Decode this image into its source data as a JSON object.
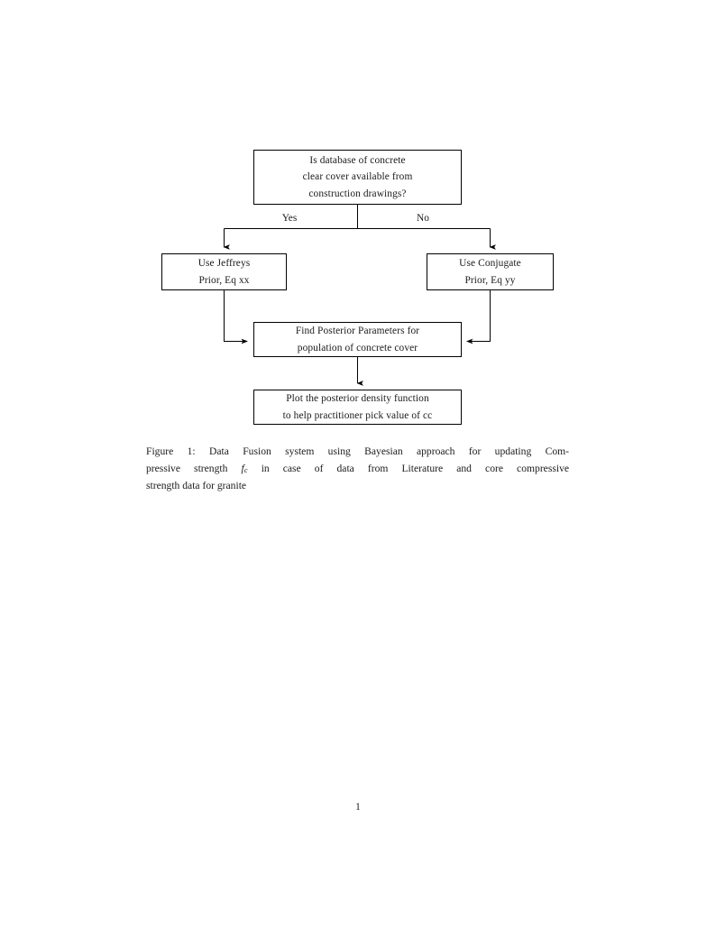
{
  "document": {
    "page_number": "1"
  },
  "figure": {
    "nodes": {
      "decision": {
        "name": "decision-database-available",
        "lines": [
          "Is database of concrete",
          "clear cover available from",
          "construction drawings?"
        ]
      },
      "jeffreys": {
        "name": "use-jeffreys-prior",
        "lines": [
          "Use Jeffreys",
          "Prior, Eq xx"
        ]
      },
      "conjugate": {
        "name": "use-conjugate-prior",
        "lines": [
          "Use Conjugate",
          "Prior, Eq yy"
        ]
      },
      "posterior": {
        "name": "find-posterior-parameters",
        "lines": [
          "Find Posterior Parameters for",
          "population of concrete cover"
        ]
      },
      "plot": {
        "name": "plot-posterior-density",
        "lines": [
          "Plot the posterior density function",
          "to help practitioner pick value of cc"
        ]
      }
    },
    "edges": {
      "yes_label": "Yes",
      "no_label": "No"
    },
    "style": {
      "stroke_color": "#000000",
      "background": "#ffffff",
      "text_color": "#1a1a1a"
    }
  },
  "caption": {
    "label": "Figure 1:",
    "line1_rest": " Data Fusion system using Bayesian approach for updating Com-",
    "line2_pre": "pressive strength ",
    "math_symbol": "f",
    "math_subscript": "c",
    "line2_rest": " in case of data from Literature and core compressive",
    "line3": "strength data for granite",
    "full_text": "Figure 1: Data Fusion system using Bayesian approach for updating Compressive strength f_c in case of data from Literature and core compressive strength data for granite"
  }
}
